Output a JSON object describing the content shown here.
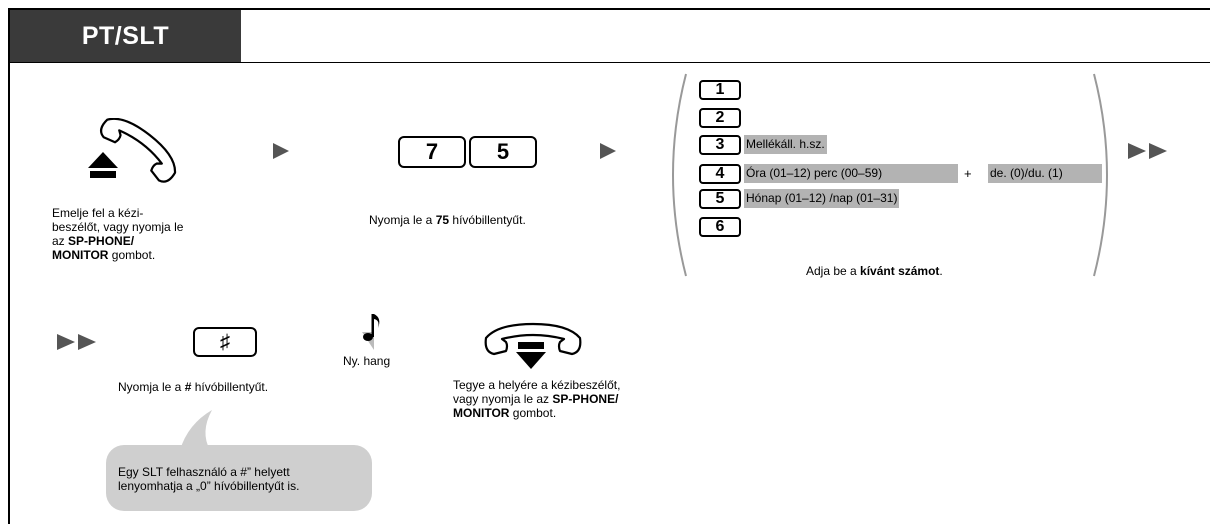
{
  "header": {
    "tab_label": "PT/SLT"
  },
  "step1": {
    "line1": "Emelje fel a kézi-",
    "line2": "beszélőt, vagy nyomja le",
    "line3": "az ",
    "line3_bold": "SP-PHONE/",
    "line4_bold": "MONITOR",
    "line4_rest": " gombot."
  },
  "step2": {
    "key1": "7",
    "key2": "5",
    "desc_pre": "Nyomja le a ",
    "desc_bold": "75",
    "desc_post": " hívóbillentyűt."
  },
  "step3": {
    "options": [
      {
        "key": "1",
        "label": ""
      },
      {
        "key": "2",
        "label": ""
      },
      {
        "key": "3",
        "label": "Mellékáll. h.sz."
      },
      {
        "key": "4",
        "label": "Óra (01–12) perc (00–59)"
      },
      {
        "key": "5",
        "label": "Hónap (01–12) /nap (01–31)"
      },
      {
        "key": "6",
        "label": ""
      }
    ],
    "plus_sign": "+",
    "ampm_label": "de. (0)/du. (1)",
    "desc_pre": "Adja be a ",
    "desc_bold": "kívánt számot",
    "desc_post": "."
  },
  "step4": {
    "key_symbol": "♯",
    "desc_pre": "Nyomja le a ",
    "desc_bold": "#",
    "desc_post": " hívóbillentyűt."
  },
  "tone": {
    "label": "Ny. hang"
  },
  "step5": {
    "line1": "Tegye a helyére a kézibeszélőt,",
    "line2": "vagy nyomja le az ",
    "line2_bold": "SP-PHONE/",
    "line3_bold": "MONITOR",
    "line3_rest": " gombot."
  },
  "note": {
    "line1": "Egy SLT felhasználó a #” helyett",
    "line2": "lenyomhatja a „0” hívóbillentyűt is."
  },
  "icons": {
    "offhook": "handset-offhook-icon",
    "onhook": "handset-onhook-icon",
    "tone": "music-note-icon",
    "arrow": "triangle-arrow-icon",
    "double_arrow": "double-triangle-arrow-icon"
  },
  "colors": {
    "tab_bg": "#3a3a3a",
    "highlight": "#b3b3b3",
    "bubble": "#cfcfcf",
    "arrow": "#555555"
  }
}
